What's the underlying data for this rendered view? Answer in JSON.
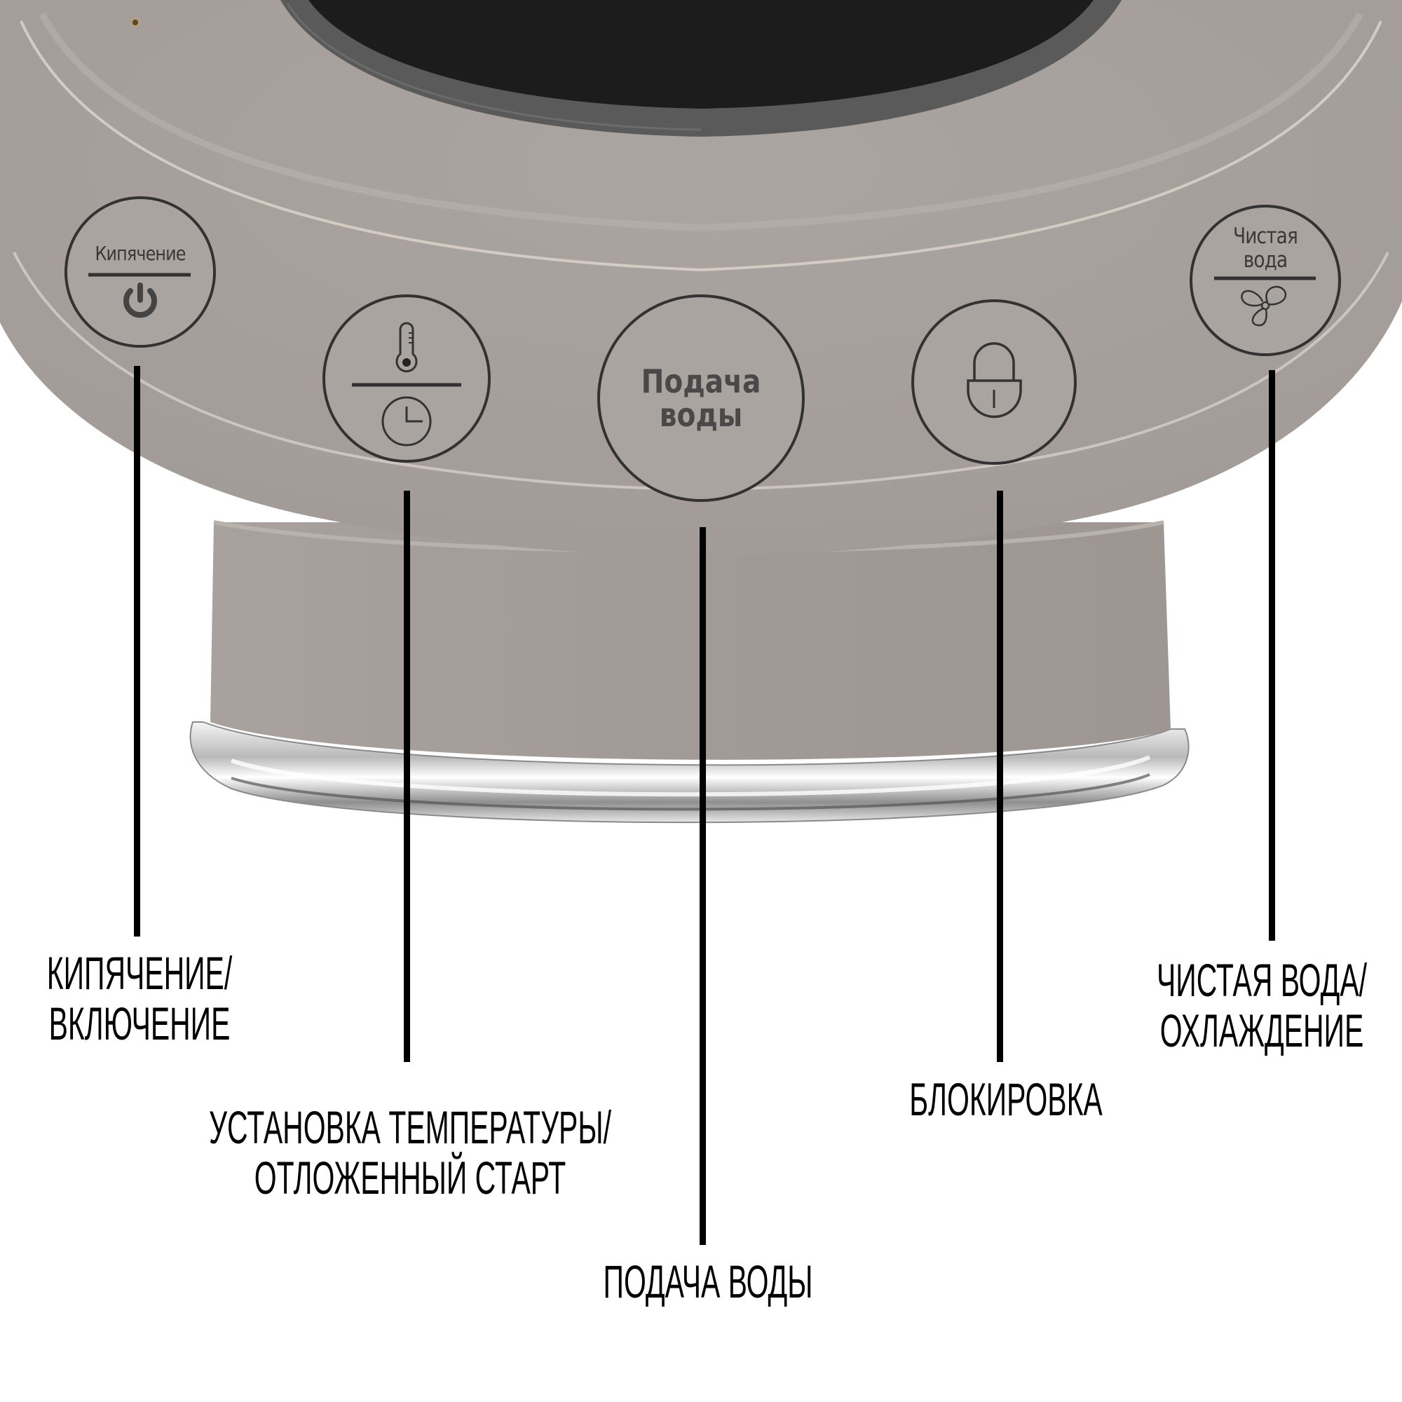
{
  "colors": {
    "background": "#ffffff",
    "body": "#a39c98",
    "body_light": "#b2aca8",
    "rim_highlight": "#d8d2cc",
    "display_dark": "#1e1e1e",
    "display_bezel": "#555555",
    "button_outline": "#333131",
    "chrome": "#c9c9c9",
    "callout": "#000000"
  },
  "buttons": [
    {
      "id": "boil",
      "label_top": "Кипячение",
      "icon": "power-icon",
      "divider": true
    },
    {
      "id": "temperature",
      "label_top": "",
      "icon_top": "thermometer-icon",
      "icon_bottom": "clock-icon",
      "divider": true
    },
    {
      "id": "water-dispense",
      "label_line1": "Подача",
      "label_line2": "воды",
      "divider": false
    },
    {
      "id": "lock",
      "label_top": "",
      "icon": "padlock-icon",
      "divider": false
    },
    {
      "id": "clean-water",
      "label_line1": "Чистая",
      "label_line2": "вода",
      "icon": "fan-icon",
      "divider": true
    }
  ],
  "captions": [
    {
      "id": "boil",
      "line1": "КИПЯЧЕНИЕ/",
      "line2": "ВКЛЮЧЕНИЕ"
    },
    {
      "id": "temperature",
      "line1": "УСТАНОВКА ТЕМПЕРАТУРЫ/",
      "line2": "ОТЛОЖЕННЫЙ СТАРТ"
    },
    {
      "id": "water-dispense",
      "line1": "ПОДАЧА ВОДЫ",
      "line2": ""
    },
    {
      "id": "lock",
      "line1": "БЛОКИРОВКА",
      "line2": ""
    },
    {
      "id": "clean-water",
      "line1": "ЧИСТАЯ ВОДА/",
      "line2": "ОХЛАЖДЕНИЕ"
    }
  ]
}
